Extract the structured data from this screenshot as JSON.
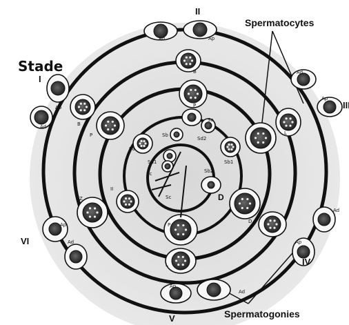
{
  "diagram": {
    "stage_word": "Stade",
    "stages": [
      "I",
      "II",
      "III",
      "IV",
      "V",
      "VI"
    ],
    "labels": {
      "spermatocytes": "Spermatocytes",
      "spermatogonies": "Spermatogonies"
    },
    "cell_labels": {
      "ad_top": "Ad",
      "ap_top": "Ap",
      "ap_left": "Ap",
      "ad_left": "Ad",
      "b_left": "B",
      "b_top": "B",
      "ad_right": "Ad",
      "ap_right": "Ap",
      "p_left": "P",
      "p_top": "P",
      "l_right": "L",
      "sa_left": "Sa",
      "sb_top": "Sb",
      "sa_top": "Sa",
      "sd2_top": "Sd2",
      "sb1_right": "Sb1",
      "sd1_left": "Sd1",
      "sc_left": "Sc",
      "sb2_right": "Sb2",
      "sc_center": "Sc",
      "sd_centre": "D",
      "ii_left": "II",
      "z_left": "Z",
      "d_right": "D",
      "p_bottom": "P",
      "l_bottom": "L",
      "ad_lowright": "Ad",
      "ap_lowright": "Ap",
      "ap_lowleft": "Ap",
      "ad_lowleft": "Ad",
      "ap_bottom": "Ap",
      "ad_bottom": "Ad"
    }
  }
}
